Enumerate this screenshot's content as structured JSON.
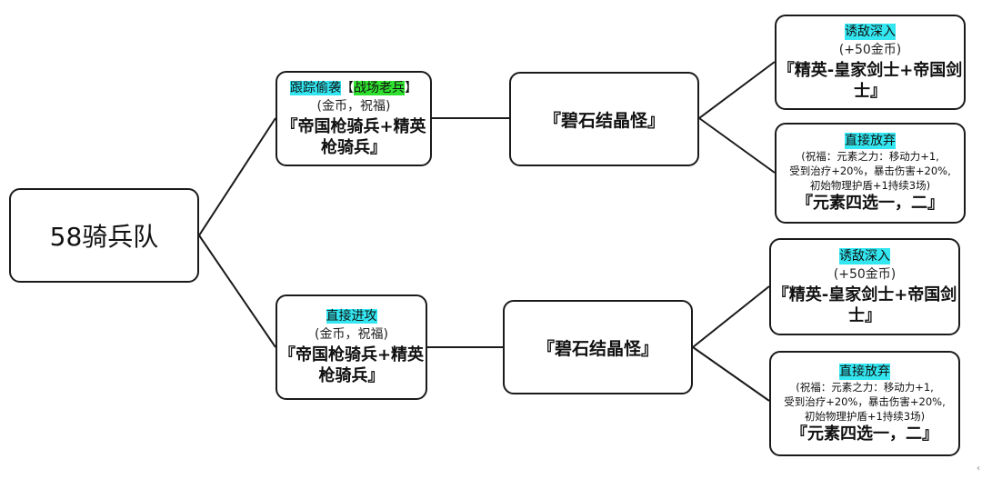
{
  "root": {
    "label": "58骑兵队"
  },
  "branches": [
    {
      "action": {
        "tags": [
          {
            "text": "跟踪偷袭",
            "color": "#33e6f0"
          },
          {
            "text": "【",
            "color": ""
          },
          {
            "text": "战场老兵",
            "color": "#2fe02f"
          },
          {
            "text": "】",
            "color": ""
          }
        ],
        "rewards": "(金币，祝福)",
        "enemy": "『帝国枪骑兵+精英枪骑兵』"
      },
      "boss": "『碧石结晶怪』",
      "options": [
        {
          "title": "诱敌深入",
          "reward": "(+50金币)",
          "enemy": "『精英-皇家剑士+帝国剑士』"
        },
        {
          "title": "直接放弃",
          "blessing_lines": [
            "(祝福：元素之力：移动力+1,",
            "受到治疗+20%，暴击伤害+20%,",
            "初始物理护盾+1持续3场)"
          ],
          "choice": "『元素四选一，二』"
        }
      ]
    },
    {
      "action": {
        "tags": [
          {
            "text": "直接进攻",
            "color": "#33e6f0"
          }
        ],
        "rewards": "(金币，祝福)",
        "enemy": "『帝国枪骑兵+精英枪骑兵』"
      },
      "boss": "『碧石结晶怪』",
      "options": [
        {
          "title": "诱敌深入",
          "reward": "(+50金币)",
          "enemy": "『精英-皇家剑士+帝国剑士』"
        },
        {
          "title": "直接放弃",
          "blessing_lines": [
            "(祝福：元素之力：移动力+1,",
            "受到治疗+20%，暴击伤害+20%,",
            "初始物理护盾+1持续3场)"
          ],
          "choice": "『元素四选一，二』"
        }
      ]
    }
  ],
  "corner_mark": "‹"
}
